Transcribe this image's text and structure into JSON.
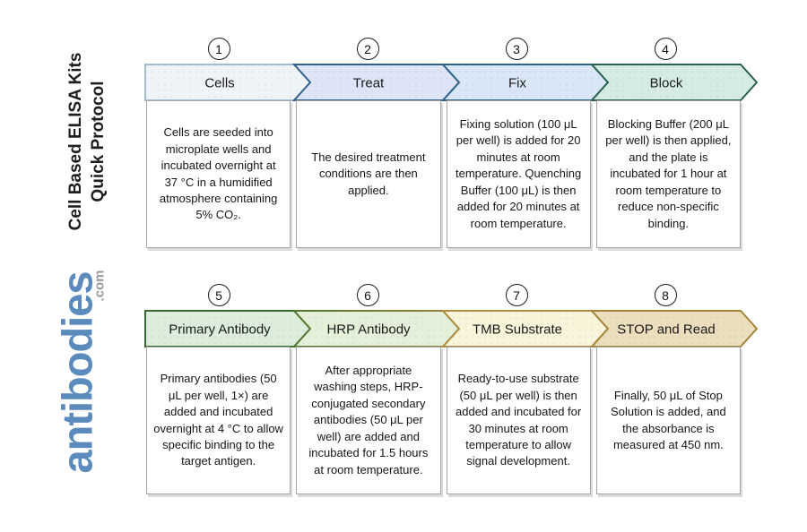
{
  "branding": {
    "title_line1": "Cell Based ELISA Kits",
    "title_line2": "Quick Protocol",
    "logo_text": "antibodies",
    "logo_suffix": ".com",
    "logo_color": "#5b8abc",
    "logo_suffix_color": "#9b9b9b"
  },
  "steps": [
    {
      "number": "1",
      "label": "Cells",
      "description": "Cells are seeded into microplate wells and incubated overnight at 37 °C in a humidified atmosphere containing 5% CO₂.",
      "fill": "#eff4f9",
      "border": "#a4bcd4"
    },
    {
      "number": "2",
      "label": "Treat",
      "description": "The desired treatment conditions are then applied.",
      "fill": "#dee5f7",
      "border": "#35618f"
    },
    {
      "number": "3",
      "label": "Fix",
      "description": "Fixing solution (100 μL per well) is added for 20 minutes at room temperature. Quenching Buffer (100 μL) is then added for 20 minutes at room temperature.",
      "fill": "#d9e7f6",
      "border": "#2e6488"
    },
    {
      "number": "4",
      "label": "Block",
      "description": "Blocking Buffer (200 μL per well) is then applied, and the plate is incubated for 1 hour at room temperature to reduce non-specific binding.",
      "fill": "#d6ece3",
      "border": "#2c6152"
    },
    {
      "number": "5",
      "label": "Primary Antibody",
      "description": "Primary antibodies (50 μL per well, 1×) are added and incubated overnight at 4 °C to allow specific binding to the target antigen.",
      "fill": "#dceedb",
      "border": "#396b2e"
    },
    {
      "number": "6",
      "label": "HRP Antibody",
      "description": "After appropriate washing steps, HRP-conjugated secondary antibodies (50 μL per well) are added and incubated for 1.5 hours at room temperature.",
      "fill": "#e5f0da",
      "border_left": "#50772e",
      "border_right": "#9d8441"
    },
    {
      "number": "7",
      "label": "TMB Substrate",
      "description": "Ready-to-use substrate (50 μL per well) is then added and incubated for 30 minutes at room temperature to allow signal development.",
      "fill": "#f8f5da",
      "border": "#ad8e41"
    },
    {
      "number": "8",
      "label": "STOP and Read",
      "description": "Finally, 50 μL of Stop Solution is added, and the absorbance is measured at 450 nm.",
      "fill": "#ecdfbd",
      "border": "#a5863c"
    }
  ]
}
